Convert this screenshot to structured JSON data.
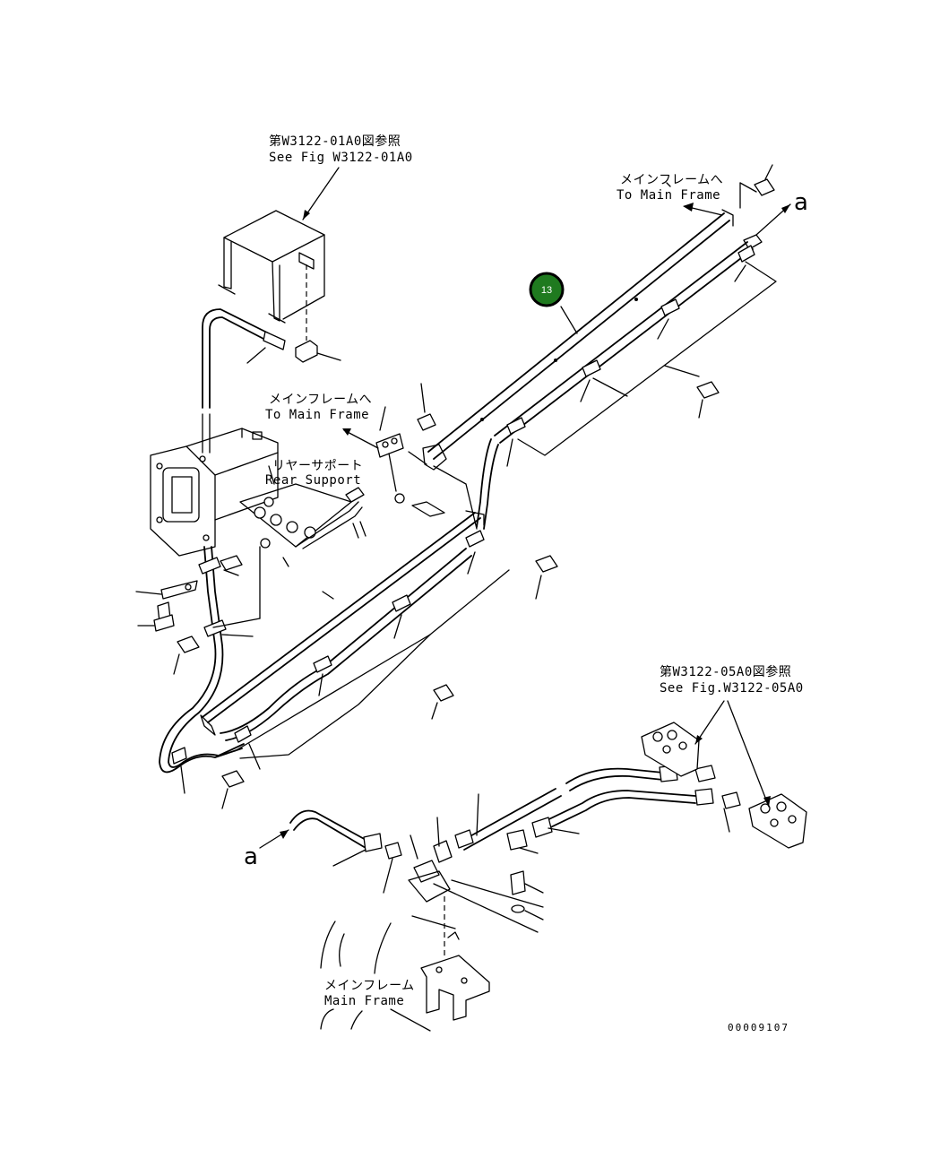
{
  "labels": {
    "ref_top_jp": "第W3122-01A0図参照",
    "ref_top_en": "See Fig W3122-01A0",
    "main_frame_top_jp": "メインフレームへ",
    "main_frame_top_en": "To Main Frame",
    "main_frame_mid_jp": "メインフレームへ",
    "main_frame_mid_en": "To Main Frame",
    "rear_support_jp": "リヤーサポート",
    "rear_support_en": "Rear Support",
    "ref_right_jp": "第W3122-05A0図参照",
    "ref_right_en": "See Fig.W3122-05A0",
    "main_frame_bottom_jp": "メインフレーム",
    "main_frame_bottom_en": "Main Frame",
    "connector_a_top": "a",
    "connector_a_bottom": "a",
    "drawing_number": "00009107"
  },
  "callout": {
    "number": "13",
    "color": "#1f7a1f"
  }
}
